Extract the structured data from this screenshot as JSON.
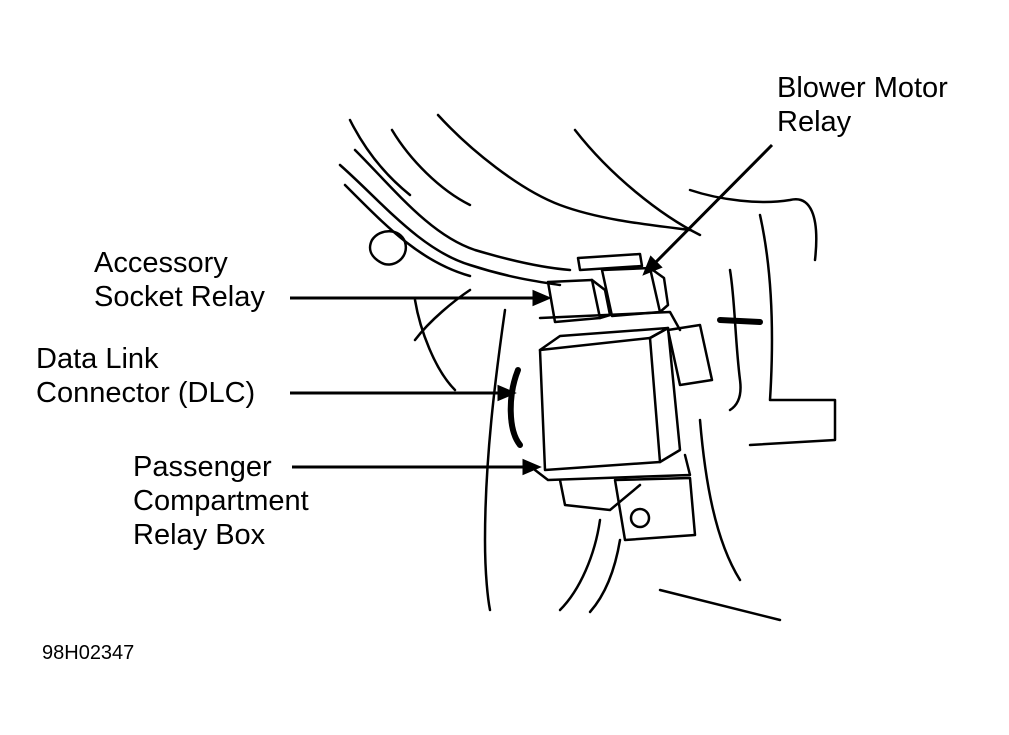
{
  "labels": {
    "blower_motor_relay": [
      "Blower Motor",
      "Relay"
    ],
    "accessory_socket_relay": [
      "Accessory",
      "Socket Relay"
    ],
    "data_link_connector": [
      "Data Link",
      "Connector (DLC)"
    ],
    "passenger_compartment_relay_box": [
      "Passenger",
      "Compartment",
      "Relay Box"
    ]
  },
  "figure_id": "98H02347",
  "colors": {
    "ink": "#000000",
    "paper": "#ffffff"
  }
}
